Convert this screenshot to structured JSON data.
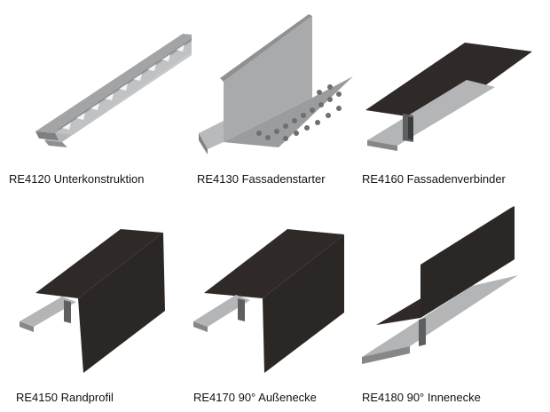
{
  "products": [
    {
      "code_label": "RE4120 Unterkonstruktion",
      "icon": "perforated-rail-profile",
      "color": "#a9aaab"
    },
    {
      "code_label": "RE4130 Fassadenstarter",
      "icon": "starter-profile-with-perforated-base",
      "color": "#a5a7a8"
    },
    {
      "code_label": "RE4160 Fassadenverbinder",
      "icon": "t-connector-profile",
      "color": "#2f2a28"
    },
    {
      "code_label": "RE4150 Randprofil",
      "icon": "edge-profile",
      "color": "#2f2a28"
    },
    {
      "code_label": "RE4170 90° Außenecke",
      "icon": "outside-corner-profile",
      "color": "#2f2a28"
    },
    {
      "code_label": "RE4180 90° Innenecke",
      "icon": "inside-corner-profile",
      "color": "#2f2a28"
    }
  ]
}
